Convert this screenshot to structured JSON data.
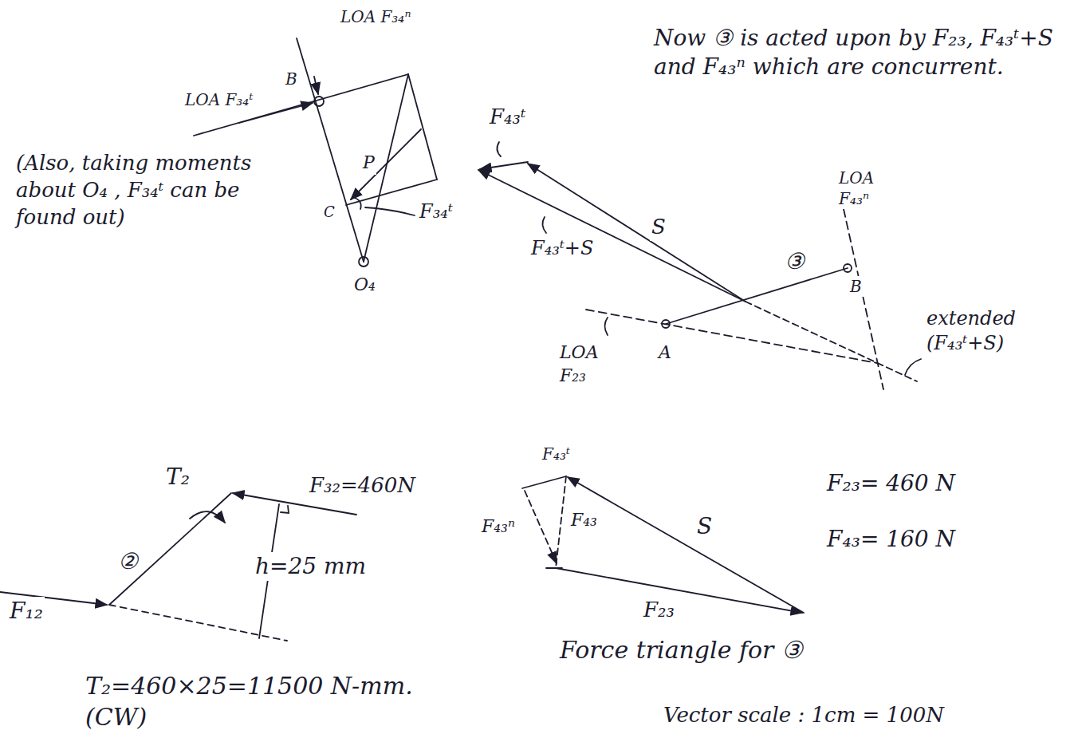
{
  "diagram": {
    "labels": [
      "LOA F₃₄ⁿ",
      "B",
      "LOA F₃₄ᵗ",
      "P",
      "C",
      "F₃₄ᵗ",
      "O₄",
      "(Also, taking moments about O₄ , F₃₄ᵗ can be found out)",
      "F₄₃ᵗ",
      "S",
      "F₄₃ᵗ+S",
      "Now ③ is acted upon by F₂₃, F₄₃ᵗ+S and F₄₃ⁿ which are concurrent.",
      "LOA F₄₃ⁿ",
      "③",
      "B",
      "A",
      "LOA F₂₃",
      "extended (F₄₃ᵗ+S)",
      "T₂",
      "F₃₂=460N",
      "②",
      "h=25 mm",
      "F₁₂",
      "T₂=460×25=11500 N-mm. (CW)",
      "F₄₃ᵗ",
      "F₄₃ⁿ",
      "F₄₃",
      "S",
      "F₂₃",
      "Force triangle for ③",
      "F₂₃= 460 N",
      "F₄₃= 160 N",
      "Vector scale : 1cm = 100N"
    ]
  }
}
